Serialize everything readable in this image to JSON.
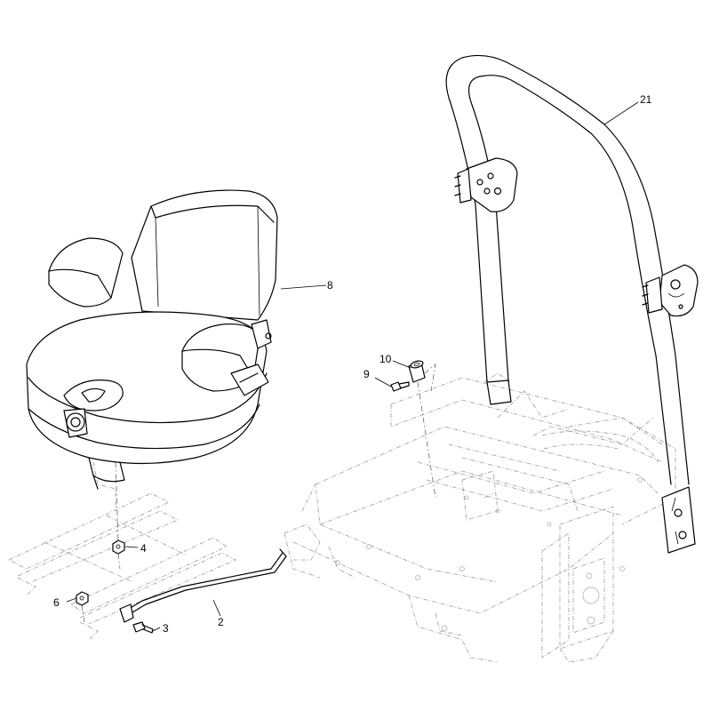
{
  "callouts": [
    {
      "id": "2",
      "label": "2"
    },
    {
      "id": "3",
      "label": "3"
    },
    {
      "id": "4",
      "label": "4"
    },
    {
      "id": "6",
      "label": "6"
    },
    {
      "id": "8",
      "label": "8"
    },
    {
      "id": "9",
      "label": "9"
    },
    {
      "id": "10",
      "label": "10"
    },
    {
      "id": "21",
      "label": "21"
    }
  ]
}
